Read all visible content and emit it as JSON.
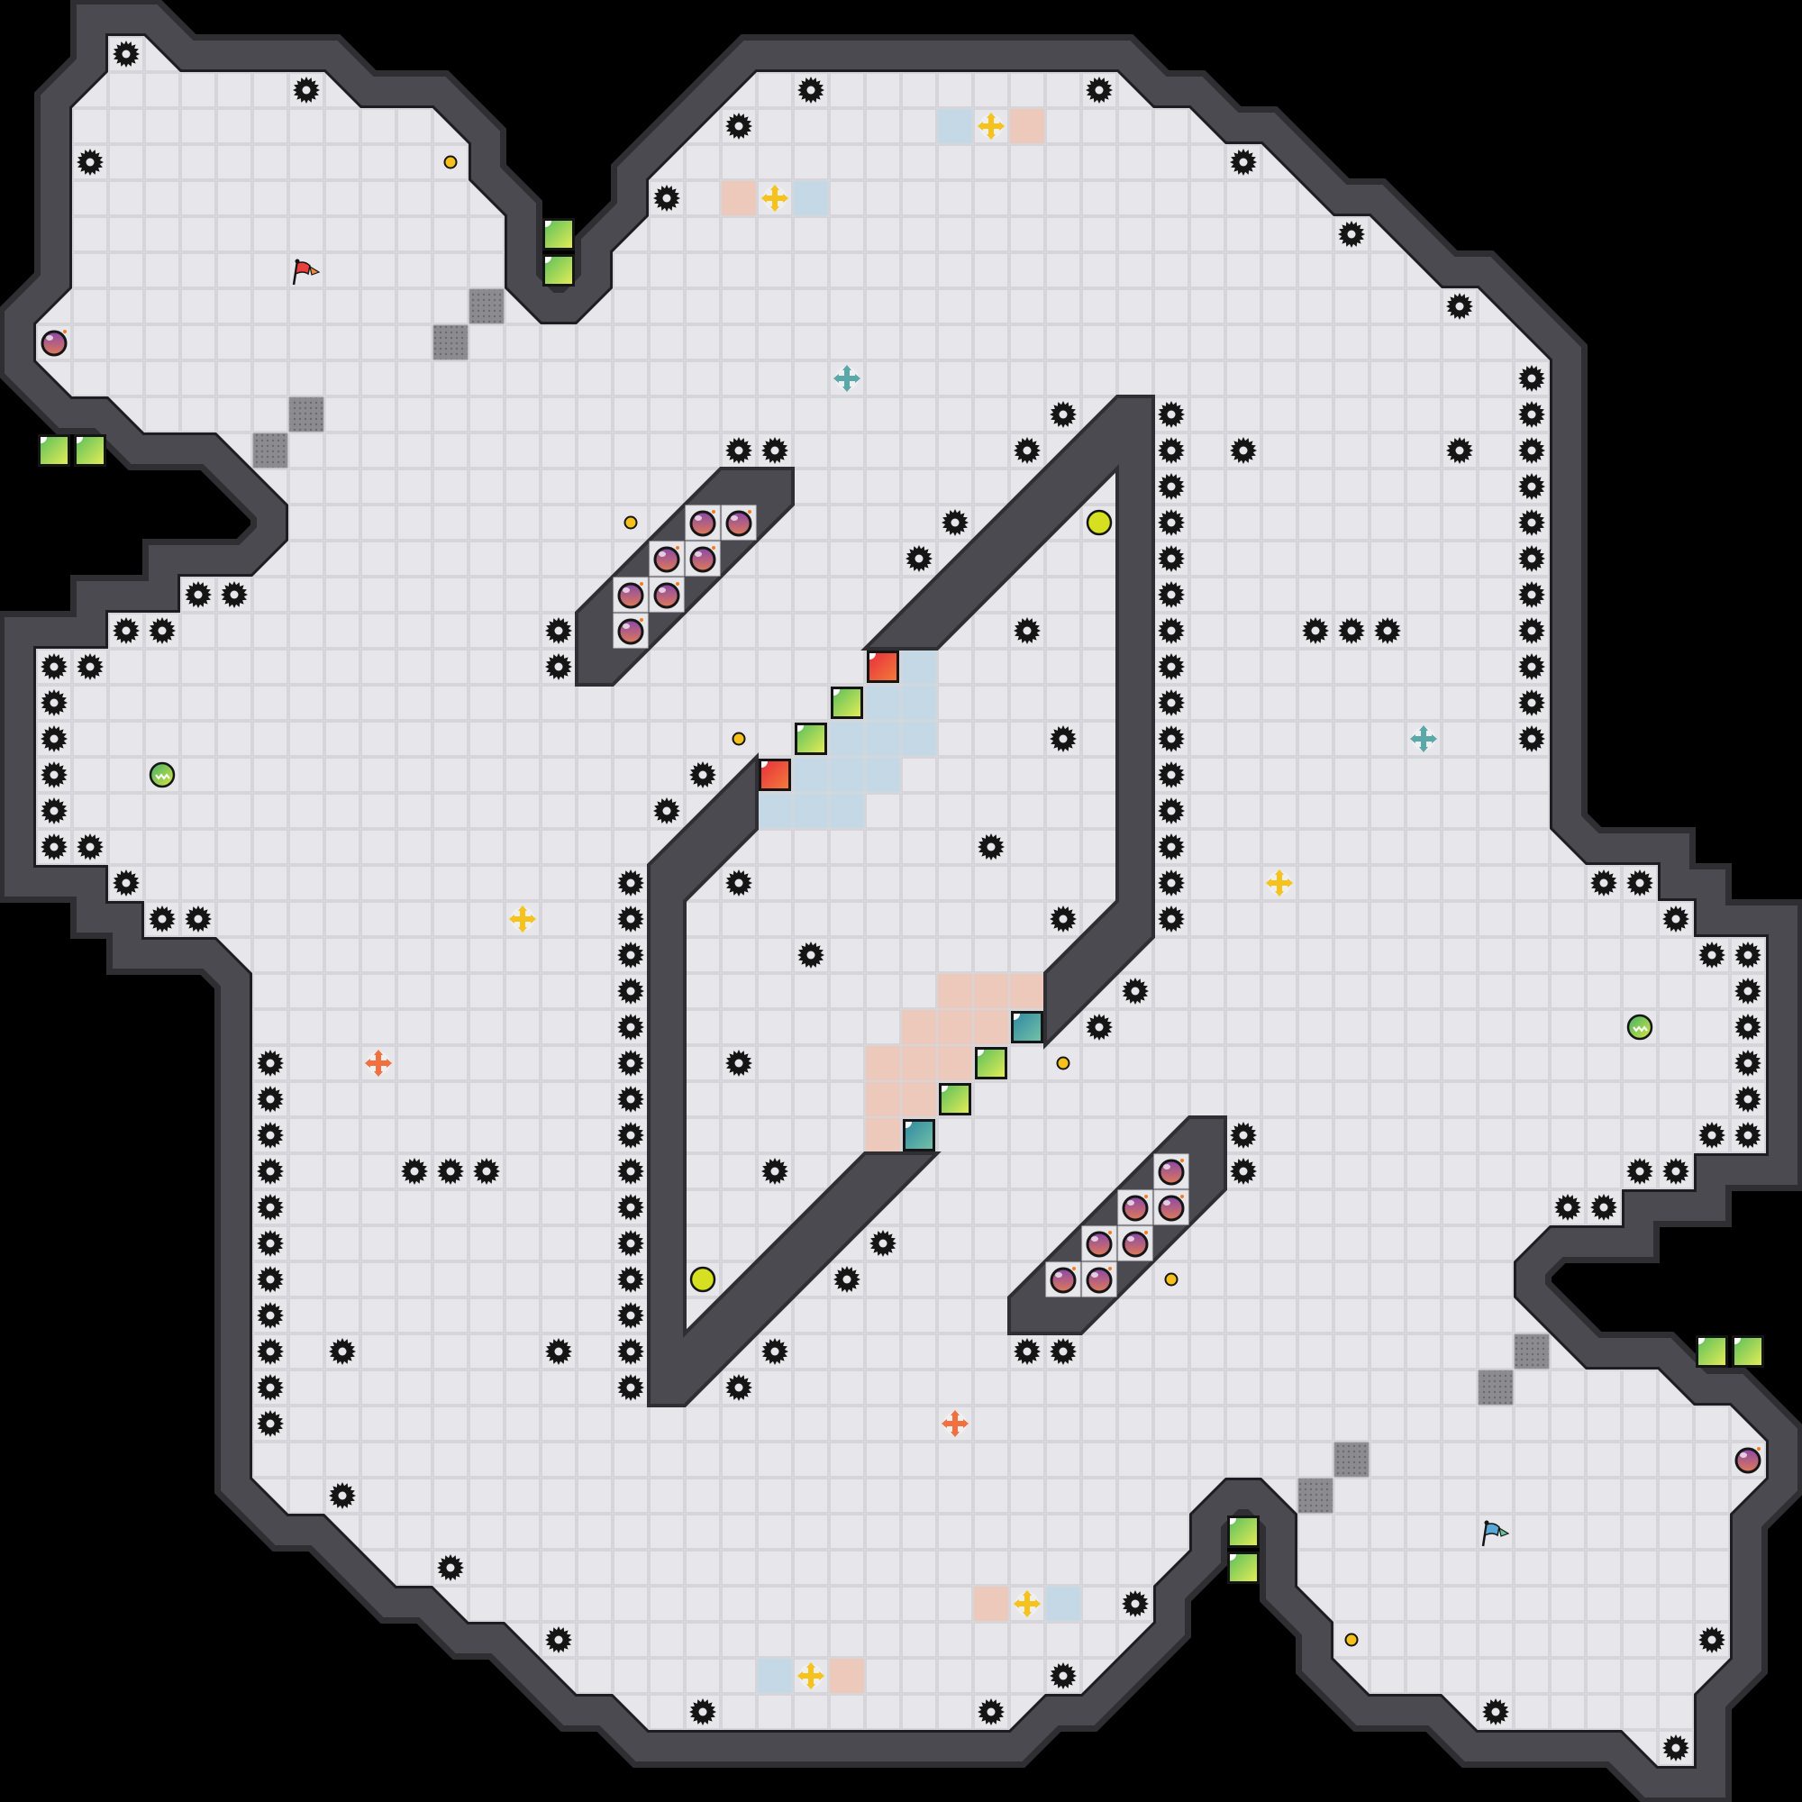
{
  "level": {
    "palette": {
      "background": "#000000",
      "wall": "#4b4a50",
      "wall_edge": "#2f2e33",
      "floor": "#e4e4e8",
      "floor_line": "#cfcfd4",
      "blue_zone": "#c4d8e6",
      "peach_zone": "#ecc9bb",
      "grate": "#8a8a8e"
    },
    "entity_types": [
      "spike-gear",
      "bomb",
      "green-block",
      "red-block",
      "teal-block",
      "yellow-pusher",
      "teal-pusher",
      "orange-pusher",
      "coin",
      "lime-orb",
      "green-striped-orb",
      "red-flag",
      "blue-flag",
      "grate-tile"
    ]
  }
}
